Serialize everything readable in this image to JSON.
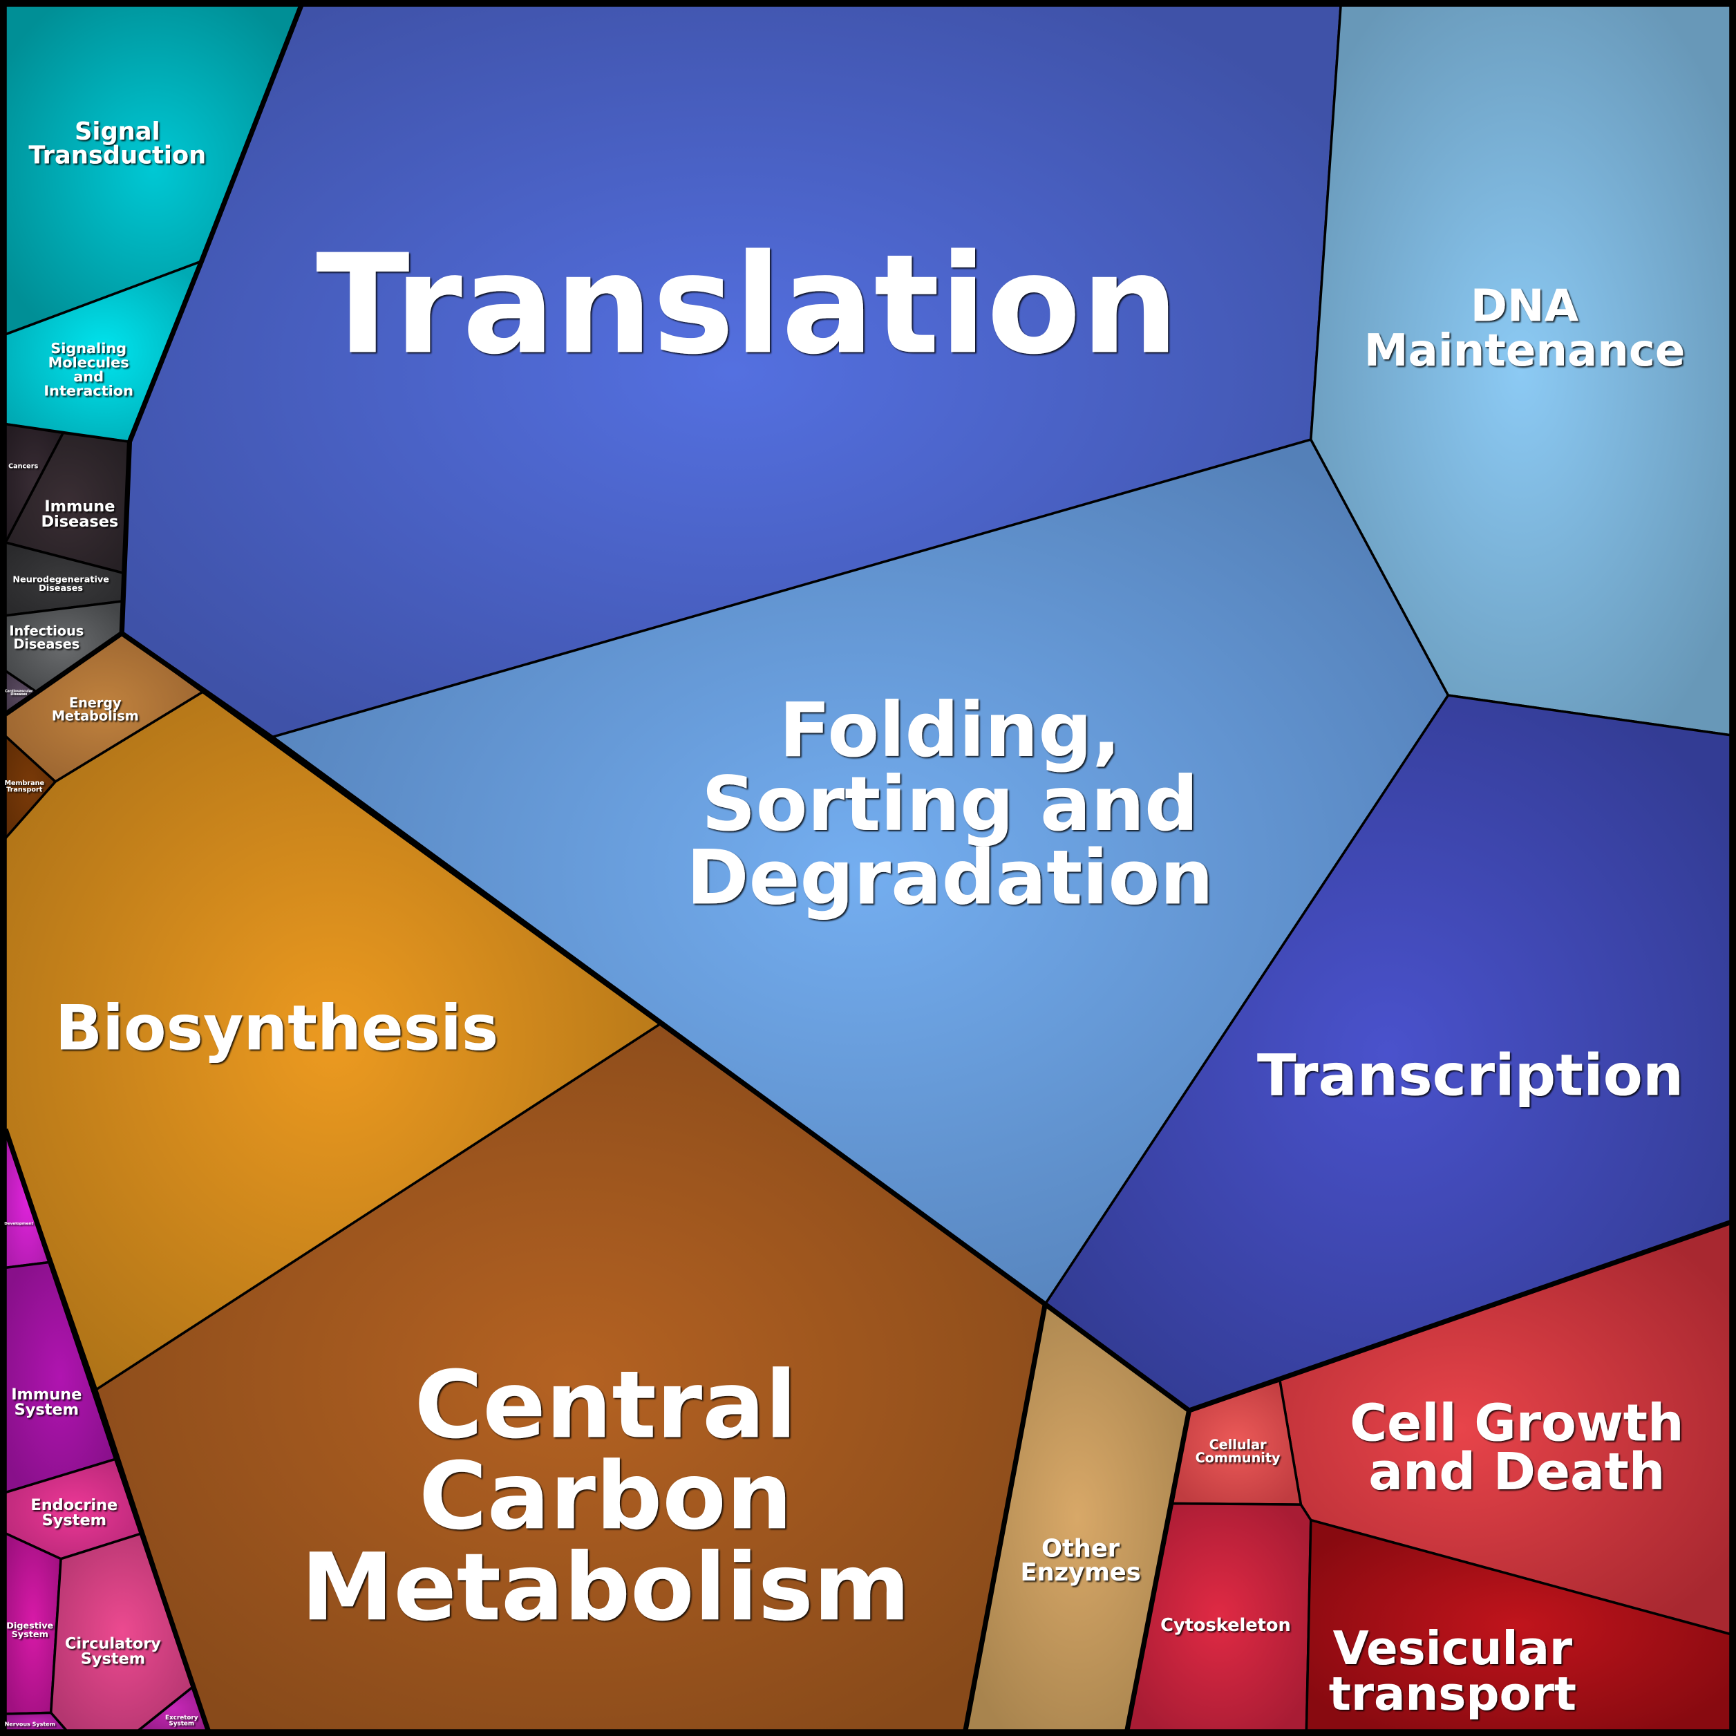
{
  "cells": {
    "signal_transduction": {
      "lines": [
        "Signal",
        "Transduction"
      ],
      "color": "#00c8d4",
      "edge": "#008f96"
    },
    "signaling_molecules": {
      "lines": [
        "Signaling",
        "Molecules",
        "and",
        "Interaction"
      ],
      "color": "#00e4ee",
      "edge": "#00aab4"
    },
    "translation": {
      "lines": [
        "Translation"
      ],
      "color": "#5470e0",
      "edge": "#3f52a8"
    },
    "dna_maintenance": {
      "lines": [
        "DNA",
        "Maintenance"
      ],
      "color": "#8ccaf4",
      "edge": "#6898b8"
    },
    "folding": {
      "lines": [
        "Folding,",
        "Sorting and",
        "Degradation"
      ],
      "color": "#74aef0",
      "edge": "#5480b8"
    },
    "transcription": {
      "lines": [
        "Transcription"
      ],
      "color": "#4a52cc",
      "edge": "#333c94"
    },
    "cell_growth": {
      "lines": [
        "Cell Growth",
        "and Death"
      ],
      "color": "#e8444a",
      "edge": "#a82830"
    },
    "cellular_community": {
      "lines": [
        "Cellular",
        "Community"
      ],
      "color": "#ec5a58",
      "edge": "#c03c40"
    },
    "cytoskeleton": {
      "lines": [
        "Cytoskeleton"
      ],
      "color": "#e02a44",
      "edge": "#a81c34"
    },
    "vesicular_transport": {
      "lines": [
        "Vesicular",
        "transport"
      ],
      "color": "#c0141c",
      "edge": "#880a10"
    },
    "other_enzymes": {
      "lines": [
        "Other",
        "Enzymes"
      ],
      "color": "#d8a868",
      "edge": "#a8844e"
    },
    "central_carbon": {
      "lines": [
        "Central",
        "Carbon",
        "Metabolism"
      ],
      "color": "#b46222",
      "edge": "#884a1a"
    },
    "biosynthesis": {
      "lines": [
        "Biosynthesis"
      ],
      "color": "#ec9a20",
      "edge": "#b07418"
    },
    "energy_metabolism": {
      "lines": [
        "Energy",
        "Metabolism"
      ],
      "color": "#c0823e",
      "edge": "#9a6430"
    },
    "membrane_transport": {
      "lines": [
        "Membrane",
        "Transport"
      ],
      "color": "#7a3a08",
      "edge": "#622e06"
    },
    "cancers": {
      "lines": [
        "Cancers"
      ],
      "color": "#382c34",
      "edge": "#241c22"
    },
    "immune_diseases": {
      "lines": [
        "Immune",
        "Diseases"
      ],
      "color": "#3a2e34",
      "edge": "#262024"
    },
    "neurodegenerative_diseases": {
      "lines": [
        "Neurodegenerative",
        "Diseases"
      ],
      "color": "#3a3a3c",
      "edge": "#2a2a2c"
    },
    "infectious_diseases": {
      "lines": [
        "Infectious",
        "Diseases"
      ],
      "color": "#6a6c6e",
      "edge": "#444648"
    },
    "cardiovascular_diseases": {
      "lines": [
        "Cardiovascular",
        "Diseases"
      ],
      "color": "#5a4a60",
      "edge": "#44384a"
    },
    "development": {
      "lines": [
        "Development"
      ],
      "color": "#e024dc",
      "edge": "#b01cae"
    },
    "immune_system": {
      "lines": [
        "Immune",
        "System"
      ],
      "color": "#b014b0",
      "edge": "#88108a"
    },
    "endocrine_system": {
      "lines": [
        "Endocrine",
        "System"
      ],
      "color": "#ec3896",
      "edge": "#b82878"
    },
    "digestive_system": {
      "lines": [
        "Digestive",
        "System"
      ],
      "color": "#d81aa8",
      "edge": "#a01080"
    },
    "circulatory_system": {
      "lines": [
        "Circulatory",
        "System"
      ],
      "color": "#ec4a90",
      "edge": "#b43670"
    },
    "nervous_system": {
      "lines": [
        "Nervous System"
      ],
      "color": "#c020b0",
      "edge": "#901888"
    },
    "excretory_system": {
      "lines": [
        "Excretory",
        "System"
      ],
      "color": "#c828b8",
      "edge": "#981c8a"
    }
  }
}
